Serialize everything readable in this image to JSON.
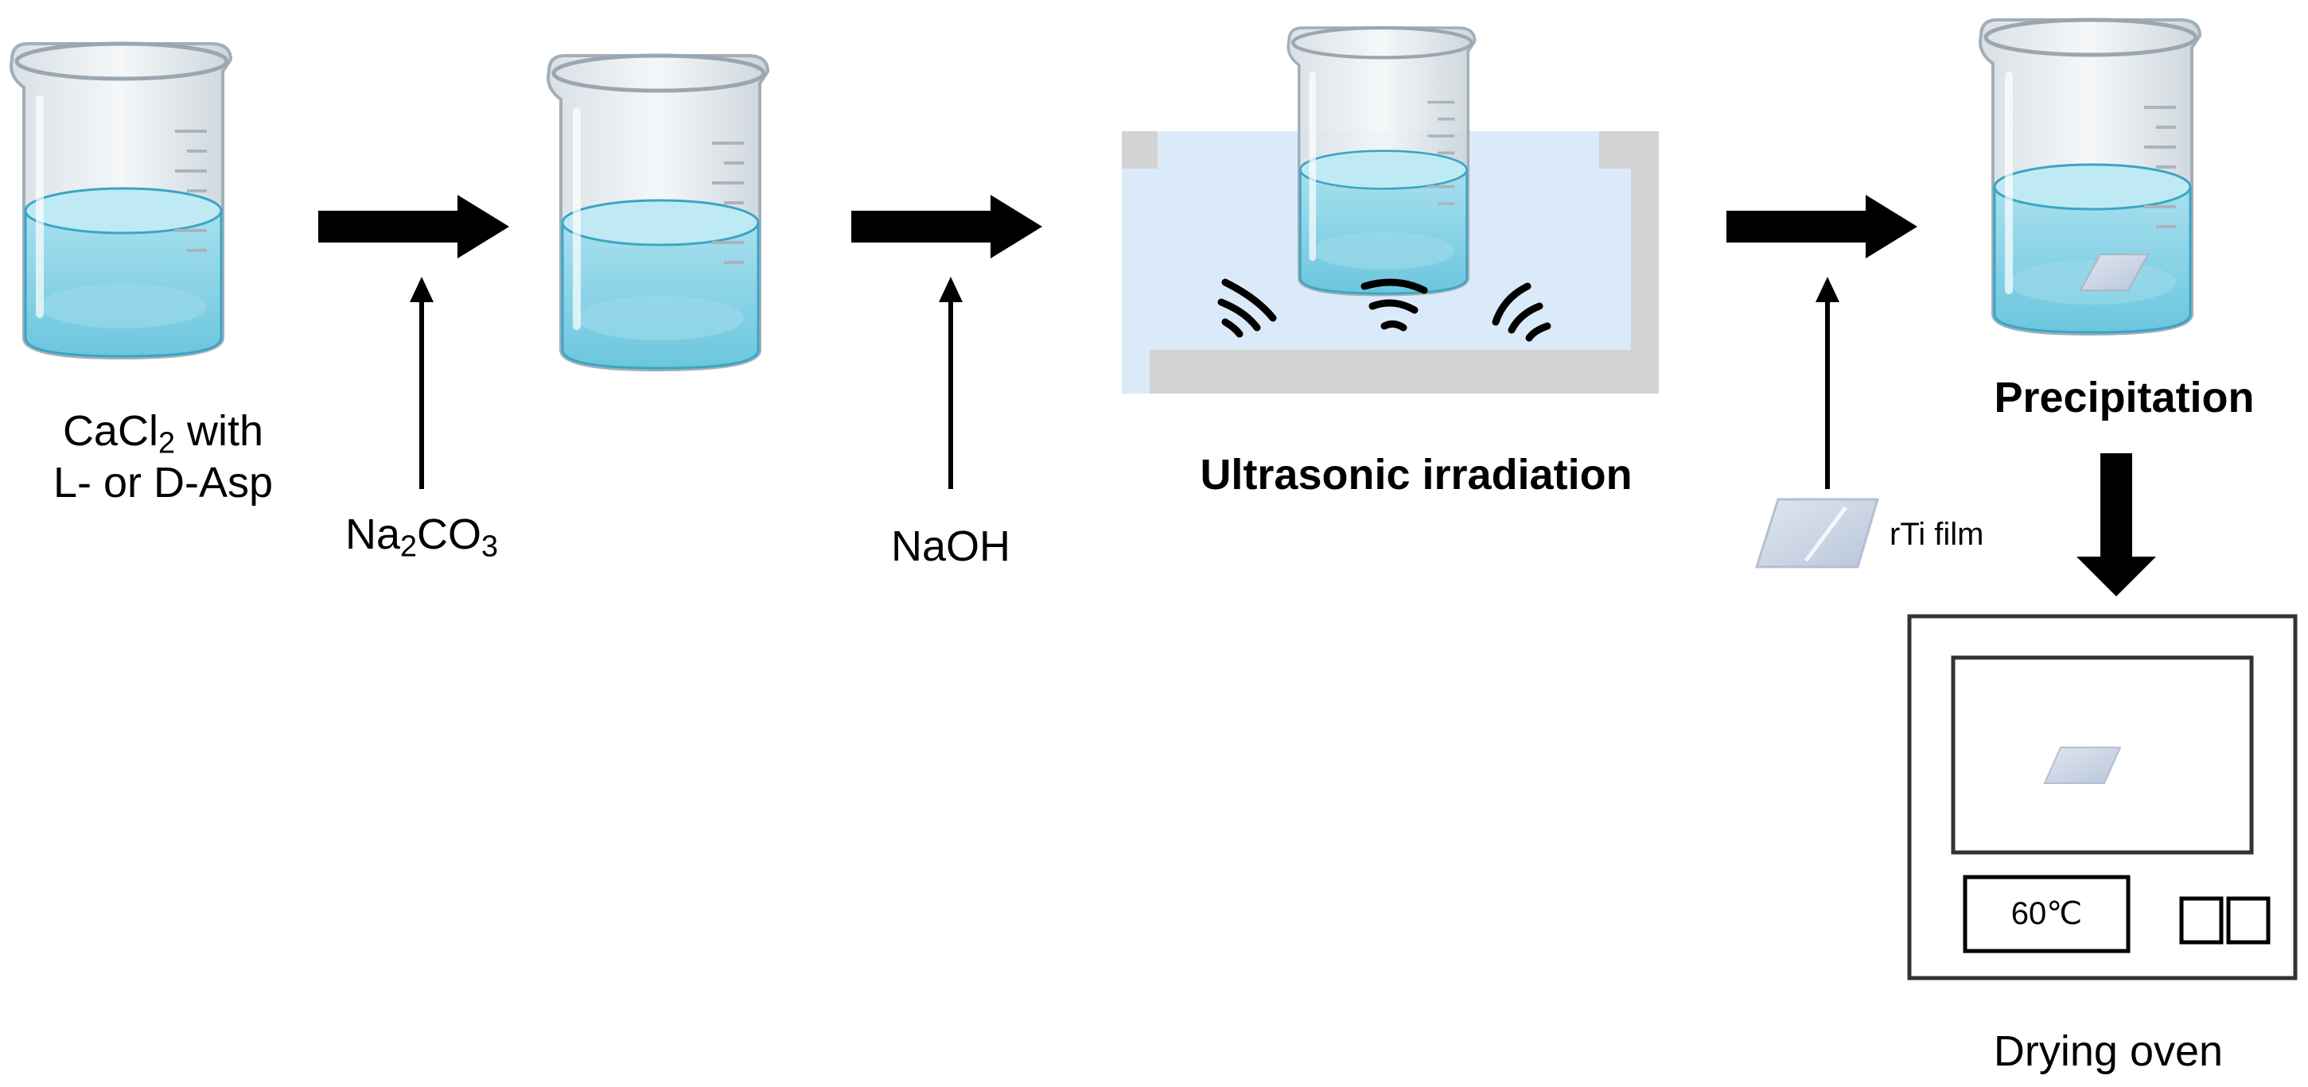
{
  "steps": {
    "start": {
      "line1_prefix": "CaCl",
      "line1_sub": "2",
      "line1_suffix": " with",
      "line2": "L- or D-Asp"
    },
    "reagent1": {
      "prefix": "Na",
      "sub1": "2",
      "mid": "CO",
      "sub2": "3"
    },
    "reagent2": {
      "label": "NaOH"
    },
    "ultrasonic": {
      "label": "Ultrasonic irradiation"
    },
    "film": {
      "label": "rTi film"
    },
    "precipitation": {
      "label": "Precipitation"
    },
    "oven": {
      "temperature": "60℃",
      "label": "Drying oven"
    }
  },
  "colors": {
    "liquid": "#8fd3e6",
    "liquid_dark": "#5bbfd8",
    "bath_water": "#dbeaf8",
    "bath_wall": "#d0d0d0",
    "film": "#c8d4e6",
    "arrow": "#000000"
  }
}
